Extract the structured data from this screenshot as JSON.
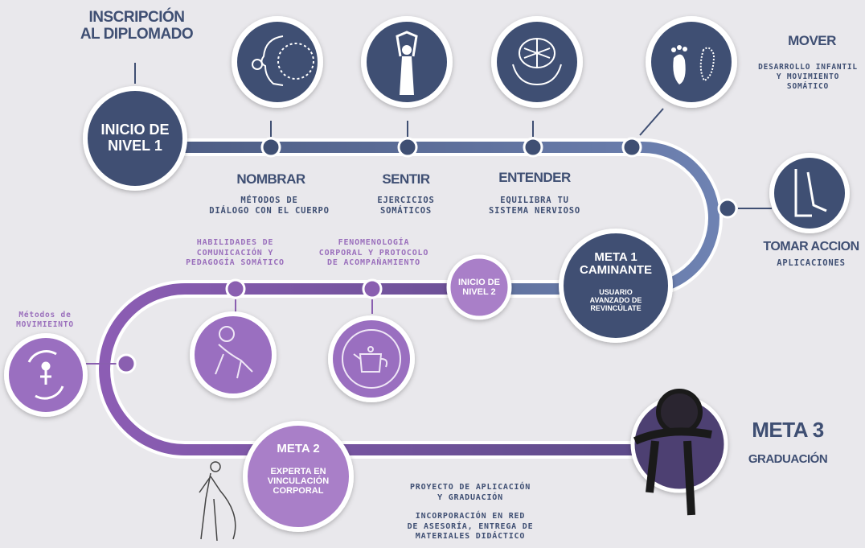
{
  "start": {
    "enrollment": "INSCRIPCIÓN\nAL DIPLOMADO",
    "circle": "INICIO DE\nNIVEL 1"
  },
  "level1_steps": [
    {
      "title": "NOMBRAR",
      "desc": "MÉTODOS DE\nDIÁLOGO CON EL CUERPO",
      "icon": "face-brain-icon"
    },
    {
      "title": "SENTIR",
      "desc": "EJERCICIOS\nSOMÁTICOS",
      "icon": "meditation-icon"
    },
    {
      "title": "ENTENDER",
      "desc": "EQUILIBRA TU\nSISTEMA NERVIOSO",
      "icon": "brain-hands-icon"
    },
    {
      "title": "MOVER",
      "desc": "DESARROLLO INFANTIL\nY MOVIMIENTO\nSOMÁTICO",
      "icon": "footprints-icon"
    },
    {
      "title": "TOMAR ACCION",
      "desc": "APLICACIONES",
      "icon": "legs-icon"
    }
  ],
  "meta1": {
    "title": "META 1\nCAMINANTE",
    "desc": "USUARIO\nAVANZADO DE\nREVINCÚLATE"
  },
  "level2_start": "INICIO DE\nNIVEL 2",
  "level2_steps": [
    {
      "desc": "FENOMENOLOGÍA\nCORPORAL Y PROTOCOLO\nDE ACOMPAÑAMIENTO",
      "icon": "teapot-icon"
    },
    {
      "desc": "HABILIDADES DE\nCOMUNICACIÓN Y\nPEDAGOGÍA SOMÁTICO",
      "icon": "crawling-child-icon"
    },
    {
      "desc": "Métodos de\nMOVIMIEINTO",
      "icon": "movement-cycle-icon"
    }
  ],
  "meta2": {
    "title": "META 2",
    "desc": "EXPERTA EN\nVINCULACIÓN\nCORPORAL"
  },
  "meta3": {
    "title": "META 3",
    "desc": "GRADUACIÓN"
  },
  "final_notes": [
    "PROYECTO DE APLICACIÓN\nY GRADUACIÓN",
    "INCORPORACIÓN EN RED\nDE ASESORÍA, ENTREGA DE\nMATERIALES DIDÁCTICO"
  ],
  "colors": {
    "navy": "#3f4f73",
    "road_blue": "#5d6f98",
    "purple": "#8a5fb0",
    "light_purple": "#b793d4",
    "background": "#e9e8ec"
  }
}
